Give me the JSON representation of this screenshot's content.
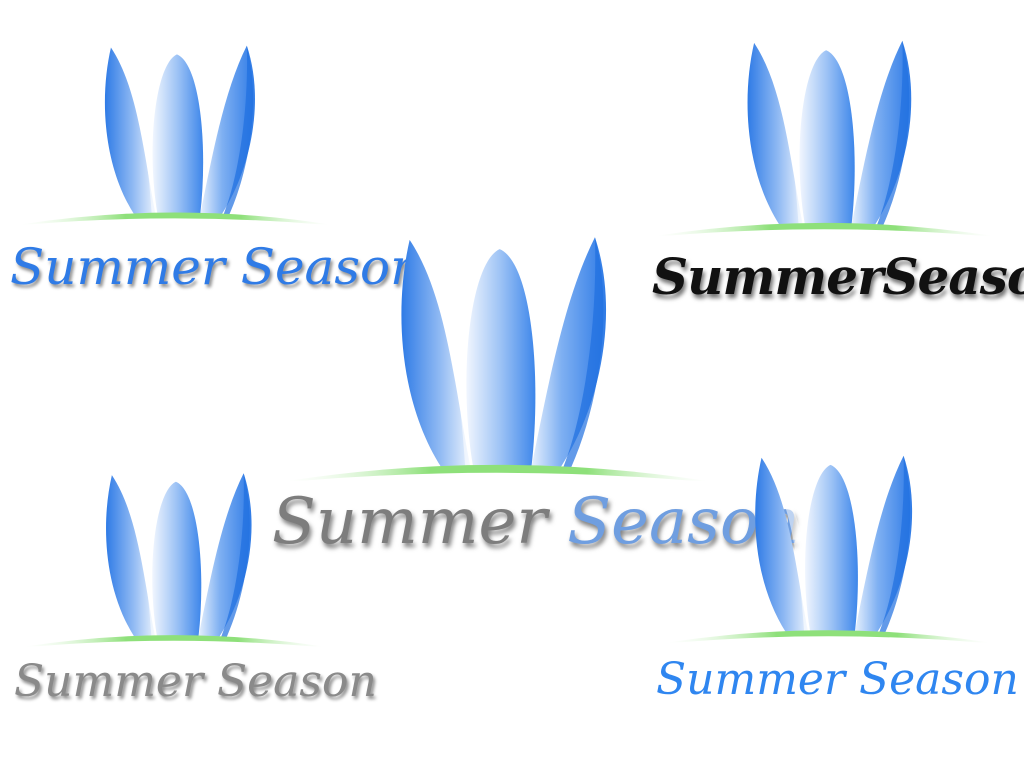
{
  "colors": {
    "petal_dark": "#2f7be6",
    "petal_light": "#e8f1fd",
    "grass": "#8ee07a",
    "text_blue": "#2f7be6",
    "text_black": "#111111",
    "text_gray": "#7d7d7d",
    "text_light_blue": "#2f86f0"
  },
  "logos": [
    {
      "id": "top-left",
      "style": "blue",
      "word1": "Summer",
      "word2": "Season"
    },
    {
      "id": "top-right",
      "style": "black",
      "word1": "Summer",
      "word2": "Season"
    },
    {
      "id": "center",
      "style": "gray",
      "word1": "Summer",
      "word2": "Season"
    },
    {
      "id": "bottom-left",
      "style": "silver",
      "word1": "Summer",
      "word2": "Season"
    },
    {
      "id": "bottom-right",
      "style": "light",
      "word1": "Summer",
      "word2": "Season"
    }
  ]
}
